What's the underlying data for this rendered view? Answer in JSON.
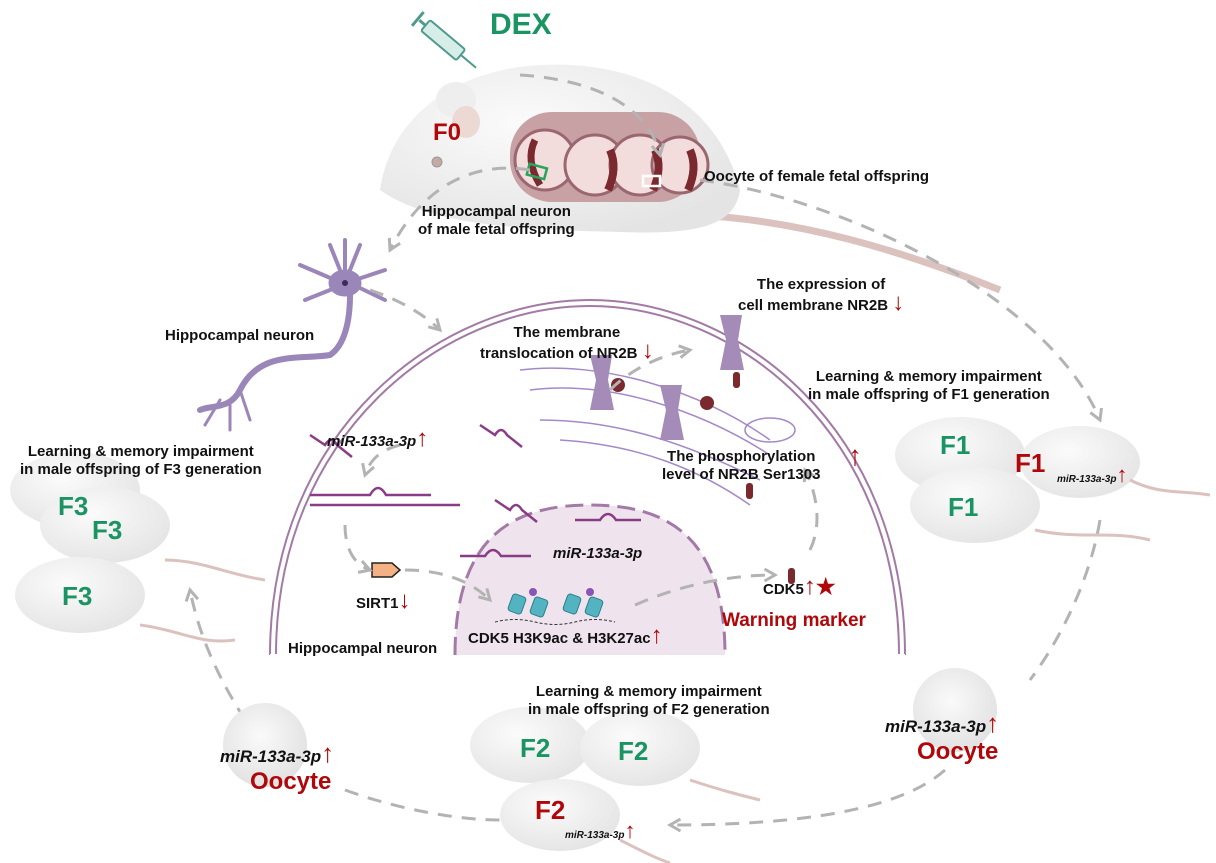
{
  "title_agent": "DEX",
  "colors": {
    "green": "#1a9463",
    "red": "#b0080a",
    "purple": "#8c5b8f",
    "dash_gray": "#b3b3b3",
    "nucleus_fill": "#efe3ee"
  },
  "f0": {
    "label": "F0",
    "neuron_source": [
      "Hippocampal neuron",
      "of male fetal offspring"
    ],
    "oocyte_source": "Oocyte of female fetal offspring"
  },
  "neuron_label": "Hippocampal neuron",
  "cell": {
    "label": "Hippocampal neuron",
    "membrane_translocation": [
      "The membrane",
      "translocation of NR2B"
    ],
    "membrane_translocation_trend": "down",
    "membrane_expression": [
      "The expression of",
      "cell membrane NR2B"
    ],
    "membrane_expression_trend": "down",
    "phosphorylation": [
      "The phosphorylation",
      "level of NR2B Ser1303"
    ],
    "phosphorylation_trend": "up",
    "mirna_top": "miR-133a-3p",
    "mirna_top_trend": "up",
    "mirna_nucleus": "miR-133a-3p",
    "sirt1": "SIRT1",
    "sirt1_trend": "down",
    "histone": "CDK5 H3K9ac & H3K27ac",
    "histone_trend": "up",
    "cdk5": "CDK5",
    "cdk5_trend": "up",
    "warning": "Warning marker",
    "star": "★"
  },
  "f1": {
    "caption": [
      "Learning & memory impairment",
      "in male offspring of F1 generation"
    ],
    "labels": [
      "F1",
      "F1",
      "F1"
    ],
    "female_mir": "miR-133a-3p"
  },
  "oocyte_right": {
    "mir": "miR-133a-3p",
    "label": "Oocyte"
  },
  "f2": {
    "caption": [
      "Learning & memory impairment",
      "in male offspring of F2 generation"
    ],
    "labels": [
      "F2",
      "F2",
      "F2"
    ],
    "female_mir": "miR-133a-3p"
  },
  "oocyte_left": {
    "mir": "miR-133a-3p",
    "label": "Oocyte"
  },
  "f3": {
    "caption": [
      "Learning & memory impairment",
      "in male offspring of F3 generation"
    ],
    "labels": [
      "F3",
      "F3",
      "F3"
    ]
  },
  "arrows": {
    "up": "↑",
    "down": "↓"
  }
}
